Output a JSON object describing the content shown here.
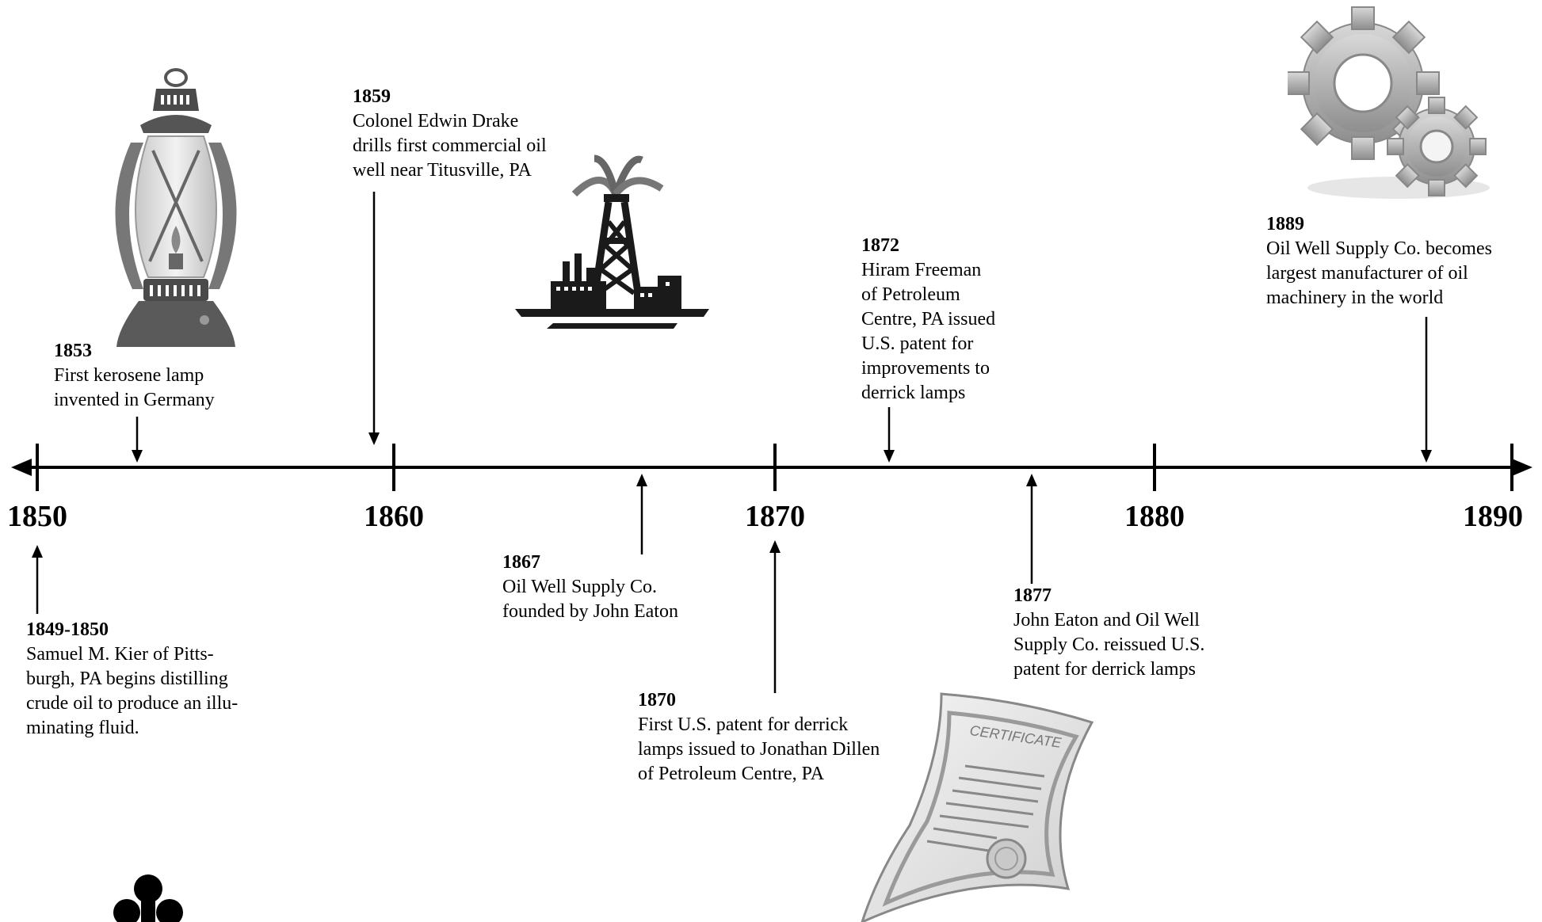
{
  "axis": {
    "decades": [
      "1850",
      "1860",
      "1870",
      "1880",
      "1890"
    ]
  },
  "events": [
    {
      "year": "1849-1850",
      "text": "Samuel M. Kier of Pitts-\nburgh, PA begins distilling\ncrude oil to produce an illu-\nminating fluid."
    },
    {
      "year": "1853",
      "text": "First kerosene lamp\ninvented in Germany"
    },
    {
      "year": "1859",
      "text": "Colonel Edwin Drake\ndrills first commercial oil\nwell near Titusville, PA"
    },
    {
      "year": "1867",
      "text": "Oil Well Supply Co.\nfounded by John Eaton"
    },
    {
      "year": "1870",
      "text": "First U.S. patent for derrick\nlamps issued to Jonathan Dillen\nof Petroleum Centre, PA"
    },
    {
      "year": "1872",
      "text": "Hiram Freeman\nof Petroleum\nCentre, PA issued\nU.S. patent for\nimprovements to\nderrick lamps"
    },
    {
      "year": "1877",
      "text": "John Eaton and Oil Well\nSupply Co. reissued U.S.\npatent for derrick lamps"
    },
    {
      "year": "1889",
      "text": "Oil Well Supply Co. becomes\nlargest manufacturer of oil\nmachinery in the world"
    }
  ],
  "illustrations": {
    "certificate_label": "CERTIFICATE",
    "icons": [
      "lantern-icon",
      "oil-derrick-icon",
      "certificate-icon",
      "gears-icon",
      "trefoil-icon"
    ]
  }
}
